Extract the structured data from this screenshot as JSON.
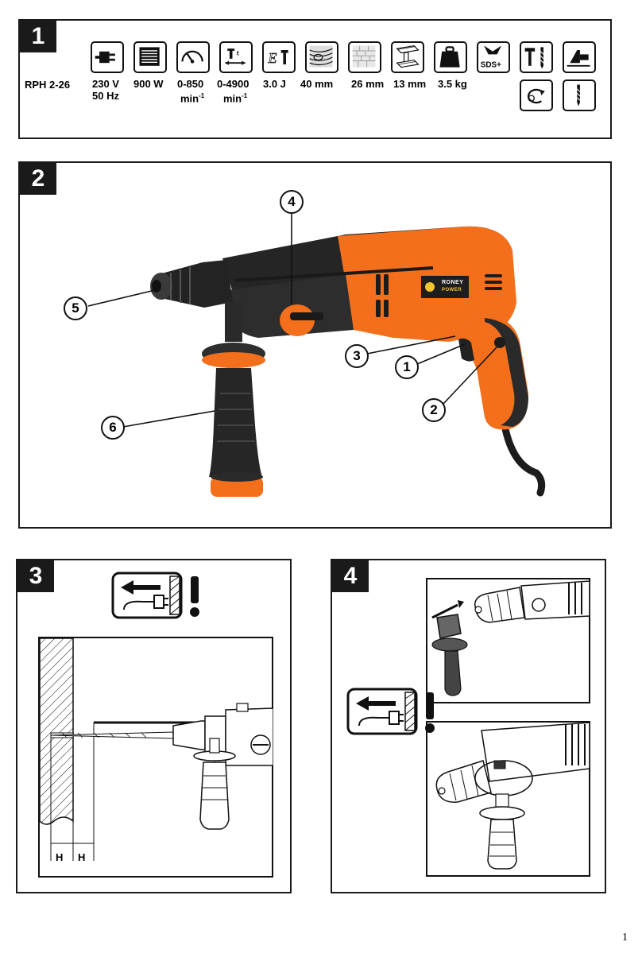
{
  "panel1": {
    "number": "1",
    "model": "RPH 2-26",
    "specs": {
      "voltage": "230 V",
      "frequency": "50 Hz",
      "power": "900 W",
      "speed": "0-850",
      "speed_unit": "min",
      "impact": "0-4900",
      "impact_unit": "min",
      "energy": "3.0 J",
      "wood": "40 mm",
      "masonry": "26 mm",
      "steel": "13 mm",
      "weight": "3.5 kg",
      "sds": "SDS+",
      "unit_exp": "-1"
    },
    "icons": [
      "plug-icon",
      "motor-icon",
      "speedometer-icon",
      "impact-rate-icon",
      "energy-icon",
      "wood-icon",
      "masonry-icon",
      "steel-icon",
      "weight-icon",
      "sds-chuck-icon",
      "hammer-drill-mode-icon",
      "chisel-mode-icon",
      "rotation-icon",
      "drill-mode-icon"
    ]
  },
  "panel2": {
    "number": "2",
    "callouts": [
      "1",
      "2",
      "3",
      "4",
      "5",
      "6"
    ],
    "brand_name": "RONEY",
    "brand_sub": "POWER"
  },
  "panel3": {
    "number": "3",
    "depth_label_1": "H",
    "depth_label_2": "H"
  },
  "panel4": {
    "number": "4"
  },
  "page_number": "1",
  "colors": {
    "frame": "#1a1a1a",
    "tool_orange": "#f36f1c",
    "tool_black": "#252525"
  }
}
